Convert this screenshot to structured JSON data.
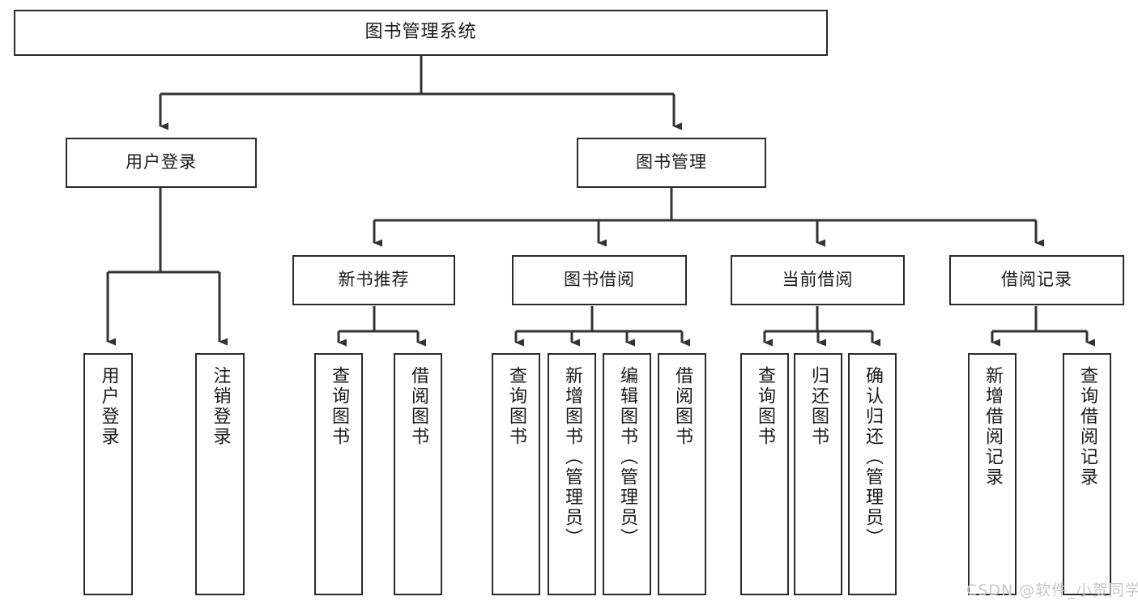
{
  "diagram": {
    "title": "图书管理系统",
    "type": "tree",
    "watermark": "CSDN @软件_小贺同学",
    "colors": {
      "box_border": "#2b2b2b",
      "box_fill": "#ffffff",
      "edge": "#333333",
      "text": "#1a1a1a",
      "watermark": "#c9c9c9",
      "background": "#ffffff"
    },
    "levels": [
      {
        "level": 1,
        "nodes": [
          {
            "id": "root",
            "label": "图书管理系统",
            "orientation": "horizontal"
          }
        ]
      },
      {
        "level": 2,
        "nodes": [
          {
            "id": "l2-1",
            "label": "用户登录",
            "orientation": "horizontal",
            "parent": "root"
          },
          {
            "id": "l2-2",
            "label": "图书管理",
            "orientation": "horizontal",
            "parent": "root"
          }
        ]
      },
      {
        "level": 3,
        "nodes": [
          {
            "id": "l3-1",
            "label": "新书推荐",
            "orientation": "horizontal",
            "parent": "l2-2"
          },
          {
            "id": "l3-2",
            "label": "图书借阅",
            "orientation": "horizontal",
            "parent": "l2-2"
          },
          {
            "id": "l3-3",
            "label": "当前借阅",
            "orientation": "horizontal",
            "parent": "l2-2"
          },
          {
            "id": "l3-4",
            "label": "借阅记录",
            "orientation": "horizontal",
            "parent": "l2-2"
          }
        ]
      },
      {
        "level": 4,
        "nodes": [
          {
            "id": "l4-1",
            "label": "用户登录",
            "orientation": "vertical",
            "parent": "l2-1"
          },
          {
            "id": "l4-2",
            "label": "注销登录",
            "orientation": "vertical",
            "parent": "l2-1"
          },
          {
            "id": "l4-3",
            "label": "查询图书",
            "orientation": "vertical",
            "parent": "l3-1"
          },
          {
            "id": "l4-4",
            "label": "借阅图书",
            "orientation": "vertical",
            "parent": "l3-1"
          },
          {
            "id": "l4-5",
            "label": "查询图书",
            "orientation": "vertical",
            "parent": "l3-2"
          },
          {
            "id": "l4-6",
            "label": "新增图书（管理员）",
            "orientation": "vertical",
            "parent": "l3-2"
          },
          {
            "id": "l4-7",
            "label": "编辑图书（管理员）",
            "orientation": "vertical",
            "parent": "l3-2"
          },
          {
            "id": "l4-8",
            "label": "借阅图书",
            "orientation": "vertical",
            "parent": "l3-2"
          },
          {
            "id": "l4-9",
            "label": "查询图书",
            "orientation": "vertical",
            "parent": "l3-3"
          },
          {
            "id": "l4-10",
            "label": "归还图书",
            "orientation": "vertical",
            "parent": "l3-3"
          },
          {
            "id": "l4-11",
            "label": "确认归还（管理员）",
            "orientation": "vertical",
            "parent": "l3-3"
          },
          {
            "id": "l4-12",
            "label": "新增借阅记录",
            "orientation": "vertical",
            "parent": "l3-4"
          },
          {
            "id": "l4-13",
            "label": "查询借阅记录",
            "orientation": "vertical",
            "parent": "l3-4"
          }
        ]
      }
    ]
  }
}
